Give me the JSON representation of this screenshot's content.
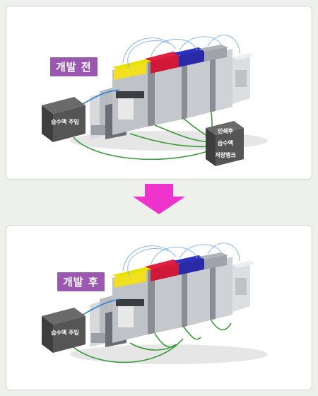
{
  "before": {
    "stage_label": "개발 전",
    "injection_box_label": "습수액 주입",
    "tank_box_lines": [
      "인쇄후",
      "습수액",
      "저장탱크"
    ]
  },
  "after": {
    "stage_label": "개발 후",
    "injection_box_label": "습수액 주입"
  },
  "colors": {
    "stage_label_bg": "#9a58b0",
    "arrow": "#ee33cc",
    "feed_line": "#2f7fd6",
    "return_line": "#3a9a3a",
    "unit_yellow": "#f0e020",
    "unit_red": "#e02040",
    "unit_blue": "#3030c0",
    "unit_gray": "#c8ccd2"
  }
}
